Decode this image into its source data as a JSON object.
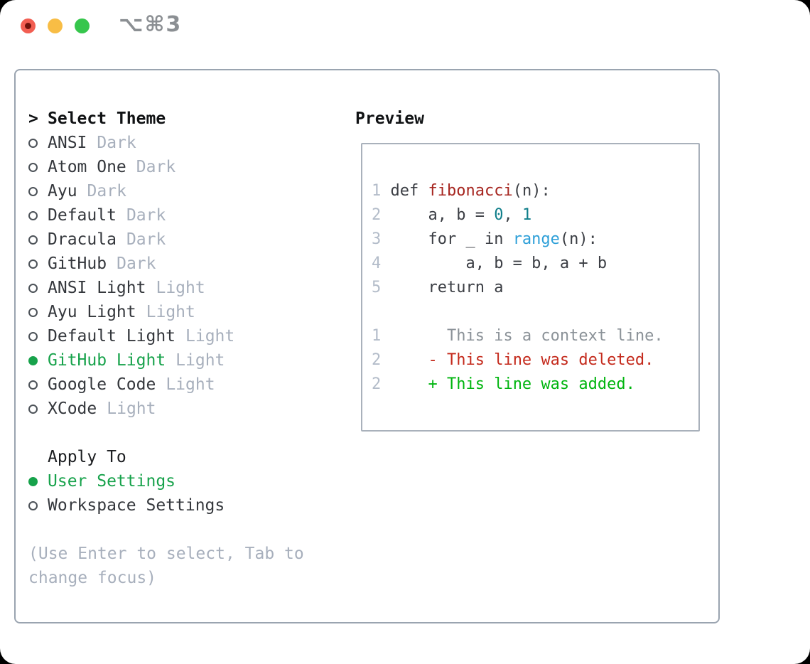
{
  "window": {
    "shortcut_label": "⌥⌘3",
    "traffic_lights": [
      "close",
      "minimize",
      "zoom"
    ]
  },
  "colors": {
    "selected_green": "#17a24b",
    "added_green": "#00b50f",
    "deleted_red": "#c42a1c",
    "function_red": "#a6251f",
    "number_teal": "#0f7e8a",
    "builtin_blue": "#2d9fd8",
    "context_gray": "#8b9298",
    "muted_gray": "#a7afbc",
    "text_dark": "#34373c",
    "panel_border": "#9aa4b0",
    "traffic_red": "#f25e52",
    "traffic_yellow": "#f8bd45",
    "traffic_green": "#36c64c"
  },
  "theme_list": {
    "cursor": ">",
    "header": "Select Theme",
    "items": [
      {
        "name": "ANSI",
        "tag": "Dark",
        "selected": false
      },
      {
        "name": "Atom One",
        "tag": "Dark",
        "selected": false
      },
      {
        "name": "Ayu",
        "tag": "Dark",
        "selected": false
      },
      {
        "name": "Default",
        "tag": "Dark",
        "selected": false
      },
      {
        "name": "Dracula",
        "tag": "Dark",
        "selected": false
      },
      {
        "name": "GitHub",
        "tag": "Dark",
        "selected": false
      },
      {
        "name": "ANSI Light",
        "tag": "Light",
        "selected": false
      },
      {
        "name": "Ayu Light",
        "tag": "Light",
        "selected": false
      },
      {
        "name": "Default Light",
        "tag": "Light",
        "selected": false
      },
      {
        "name": "GitHub Light",
        "tag": "Light",
        "selected": true
      },
      {
        "name": "Google Code",
        "tag": "Light",
        "selected": false
      },
      {
        "name": "XCode",
        "tag": "Light",
        "selected": false
      }
    ]
  },
  "apply_to": {
    "header": "Apply To",
    "items": [
      {
        "name": "User Settings",
        "selected": true
      },
      {
        "name": "Workspace Settings",
        "selected": false
      }
    ]
  },
  "footer_hint": "(Use Enter to select, Tab to change focus)",
  "preview": {
    "header": "Preview",
    "lines": [
      {
        "num": "1",
        "tokens": [
          {
            "t": "def ",
            "c": "code"
          },
          {
            "t": "fibonacci",
            "c": "func"
          },
          {
            "t": "(n):",
            "c": "code"
          }
        ]
      },
      {
        "num": "2",
        "tokens": [
          {
            "t": "    a, b = ",
            "c": "code"
          },
          {
            "t": "0",
            "c": "num"
          },
          {
            "t": ", ",
            "c": "code"
          },
          {
            "t": "1",
            "c": "num"
          }
        ]
      },
      {
        "num": "3",
        "tokens": [
          {
            "t": "    for _ in ",
            "c": "code"
          },
          {
            "t": "range",
            "c": "builtin"
          },
          {
            "t": "(n):",
            "c": "code"
          }
        ]
      },
      {
        "num": "4",
        "tokens": [
          {
            "t": "        a, b = b, a + b",
            "c": "code"
          }
        ]
      },
      {
        "num": "5",
        "tokens": [
          {
            "t": "    return a",
            "c": "code"
          }
        ]
      },
      {
        "num": "",
        "tokens": []
      },
      {
        "num": "1",
        "tokens": [
          {
            "t": "      This is a context line.",
            "c": "context"
          }
        ]
      },
      {
        "num": "2",
        "tokens": [
          {
            "t": "    ",
            "c": "code"
          },
          {
            "t": "- This line was deleted.",
            "c": "deleted"
          }
        ]
      },
      {
        "num": "2",
        "tokens": [
          {
            "t": "    ",
            "c": "code"
          },
          {
            "t": "+ This line was added.",
            "c": "added"
          }
        ]
      }
    ]
  }
}
